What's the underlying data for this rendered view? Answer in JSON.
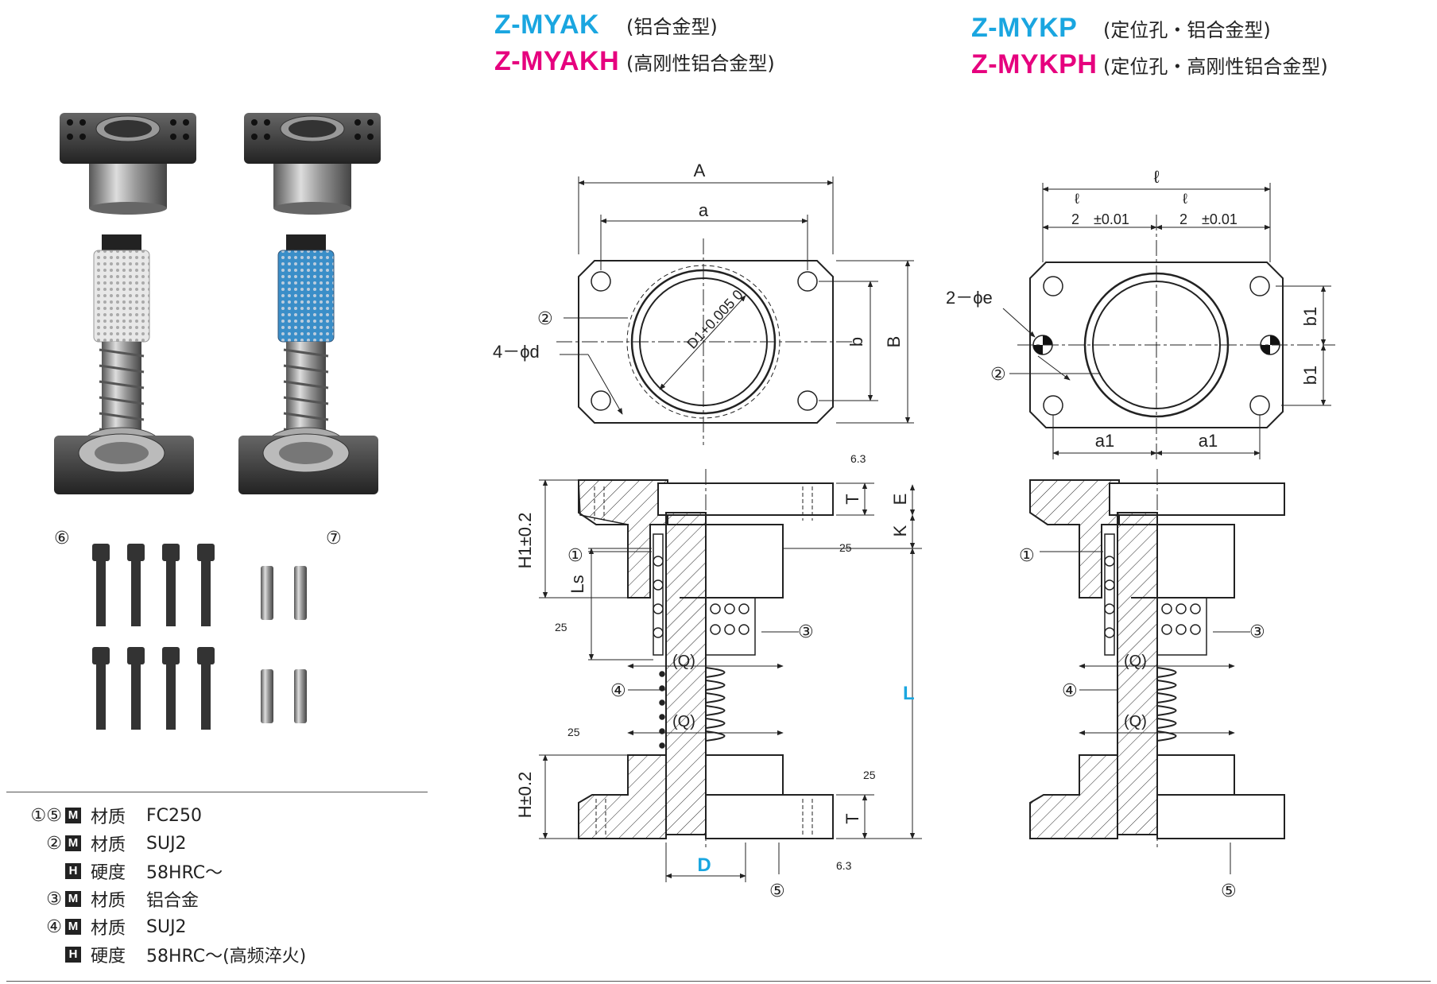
{
  "header": {
    "left": [
      {
        "code": "Z-MYAK",
        "desc": "(铝合金型)",
        "color": "#1aa6e0"
      },
      {
        "code": "Z-MYAKH",
        "desc": "(高刚性铝合金型)",
        "color": "#e6007e"
      }
    ],
    "right": [
      {
        "code": "Z-MYKP",
        "desc": "(定位孔・铝合金型)",
        "color": "#1aa6e0"
      },
      {
        "code": "Z-MYKPH",
        "desc": "(定位孔・高刚性铝合金型)",
        "color": "#e6007e"
      }
    ]
  },
  "photo_labels": {
    "screws": "⑥",
    "pins": "⑦"
  },
  "materials": [
    {
      "idx": "①⑤",
      "badge": "M",
      "label": "材质",
      "value": "FC250"
    },
    {
      "idx": "②",
      "badge": "M",
      "label": "材质",
      "value": "SUJ2"
    },
    {
      "idx": "",
      "badge": "H",
      "label": "硬度",
      "value": "58HRC～"
    },
    {
      "idx": "③",
      "badge": "M",
      "label": "材质",
      "value": "铝合金"
    },
    {
      "idx": "④",
      "badge": "M",
      "label": "材质",
      "value": "SUJ2"
    },
    {
      "idx": "",
      "badge": "H",
      "label": "硬度",
      "value": "58HRC～(高频淬火)"
    }
  ],
  "drawing_left": {
    "dim_A": "A",
    "dim_a": "a",
    "dim_b": "b",
    "dim_B": "B",
    "dim_D1": "D1+0.005 0",
    "holes": "4－ϕd",
    "part2": "②",
    "roughness_top": "6.3",
    "roughness_25": "25",
    "roughness_bottom": "6.3",
    "dim_T": "T",
    "dim_E": "E",
    "dim_K": "K",
    "dim_H1": "H1±0.2",
    "dim_Ls": "Ls",
    "dim_L": "L",
    "dim_H": "H±0.2",
    "dim_D": "D",
    "dim_Q": "(Q)",
    "part1": "①",
    "part3": "③",
    "part4": "④",
    "part5": "⑤"
  },
  "drawing_right": {
    "dim_l": "ℓ",
    "dim_l_half": "ℓ",
    "half_den": "2",
    "tol": "±0.01",
    "pins": "2－ϕe",
    "dim_b1": "b1",
    "dim_a1": "a1",
    "dim_Q": "(Q)",
    "part1": "①",
    "part2": "②",
    "part3": "③",
    "part4": "④",
    "part5": "⑤"
  },
  "colors": {
    "cyan": "#1aa6e0",
    "magenta": "#e6007e"
  }
}
